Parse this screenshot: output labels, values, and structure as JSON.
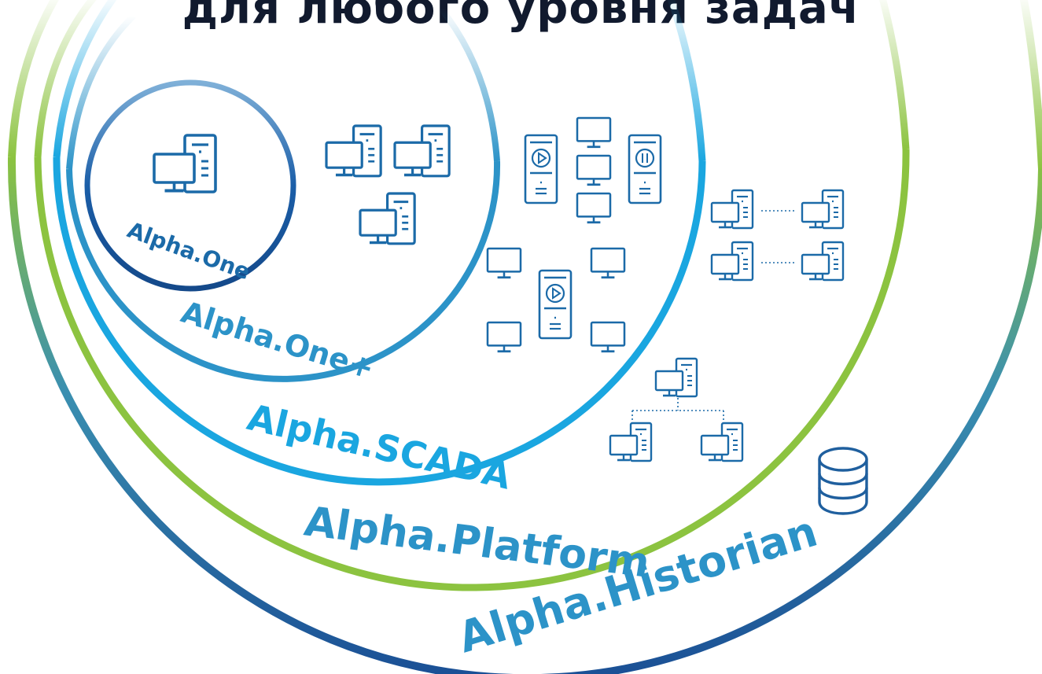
{
  "title": "для любого уровня задач",
  "rings": [
    {
      "key": "one",
      "label": "Alpha.One",
      "color": "#1b5ea8"
    },
    {
      "key": "oneplus",
      "label": "Alpha.One+",
      "color": "#2c93c8"
    },
    {
      "key": "scada",
      "label": "Alpha.SCADA",
      "color": "#1aa6e0"
    },
    {
      "key": "platform",
      "label": "Alpha.Platform",
      "color": "#8cc340"
    },
    {
      "key": "historian",
      "label": "Alpha.Historian",
      "color": "#1f5f9e"
    }
  ],
  "icons": {
    "workstation": "computer-with-tower-icon",
    "monitor": "monitor-icon",
    "play_server": "server-play-icon",
    "pause_server": "server-pause-icon",
    "database": "database-icon"
  },
  "colors": {
    "icon_stroke": "#1b6aa8",
    "green": "#8cc340",
    "blue": "#1f5f9e",
    "cyan": "#1aa6e0"
  }
}
